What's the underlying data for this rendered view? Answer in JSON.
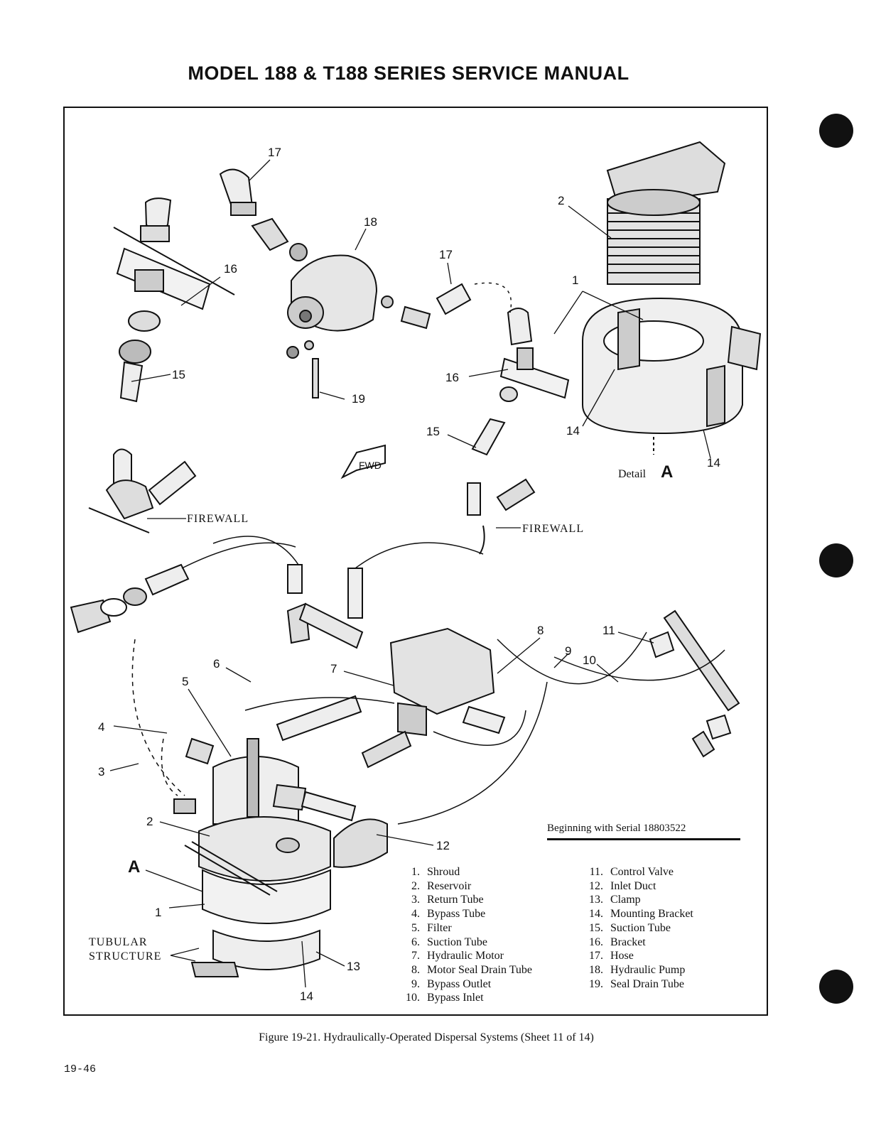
{
  "header": {
    "title": "MODEL 188 & T188 SERIES SERVICE MANUAL"
  },
  "figure": {
    "callouts": [
      "17",
      "18",
      "17",
      "2",
      "16",
      "1",
      "16",
      "15",
      "19",
      "15",
      "14",
      "14",
      "8",
      "11",
      "9",
      "10",
      "6",
      "7",
      "5",
      "4",
      "3",
      "2",
      "12",
      "A",
      "1",
      "13",
      "14"
    ],
    "firewall_label": "FIREWALL",
    "fwd_label": "FWD",
    "tubular_structure_label": [
      "TUBULAR",
      "STRUCTURE"
    ],
    "detail_label": "Detail",
    "detail_letter": "A",
    "serial_note": "Beginning with Serial 18803522"
  },
  "legend": {
    "left": [
      {
        "num": "1.",
        "name": "Shroud"
      },
      {
        "num": "2.",
        "name": "Reservoir"
      },
      {
        "num": "3.",
        "name": "Return Tube"
      },
      {
        "num": "4.",
        "name": "Bypass Tube"
      },
      {
        "num": "5.",
        "name": "Filter"
      },
      {
        "num": "6.",
        "name": "Suction Tube"
      },
      {
        "num": "7.",
        "name": "Hydraulic Motor"
      },
      {
        "num": "8.",
        "name": "Motor Seal Drain Tube"
      },
      {
        "num": "9.",
        "name": "Bypass Outlet"
      },
      {
        "num": "10.",
        "name": "Bypass Inlet"
      }
    ],
    "right": [
      {
        "num": "11.",
        "name": "Control Valve"
      },
      {
        "num": "12.",
        "name": "Inlet Duct"
      },
      {
        "num": "13.",
        "name": "Clamp"
      },
      {
        "num": "14.",
        "name": "Mounting Bracket"
      },
      {
        "num": "15.",
        "name": "Suction Tube"
      },
      {
        "num": "16.",
        "name": "Bracket"
      },
      {
        "num": "17.",
        "name": "Hose"
      },
      {
        "num": "18.",
        "name": "Hydraulic Pump"
      },
      {
        "num": "19.",
        "name": "Seal Drain Tube"
      }
    ]
  },
  "caption": "Figure 19-21. Hydraulically-Operated Dispersal Systems (Sheet 11 of 14)",
  "page_number": "19-46"
}
